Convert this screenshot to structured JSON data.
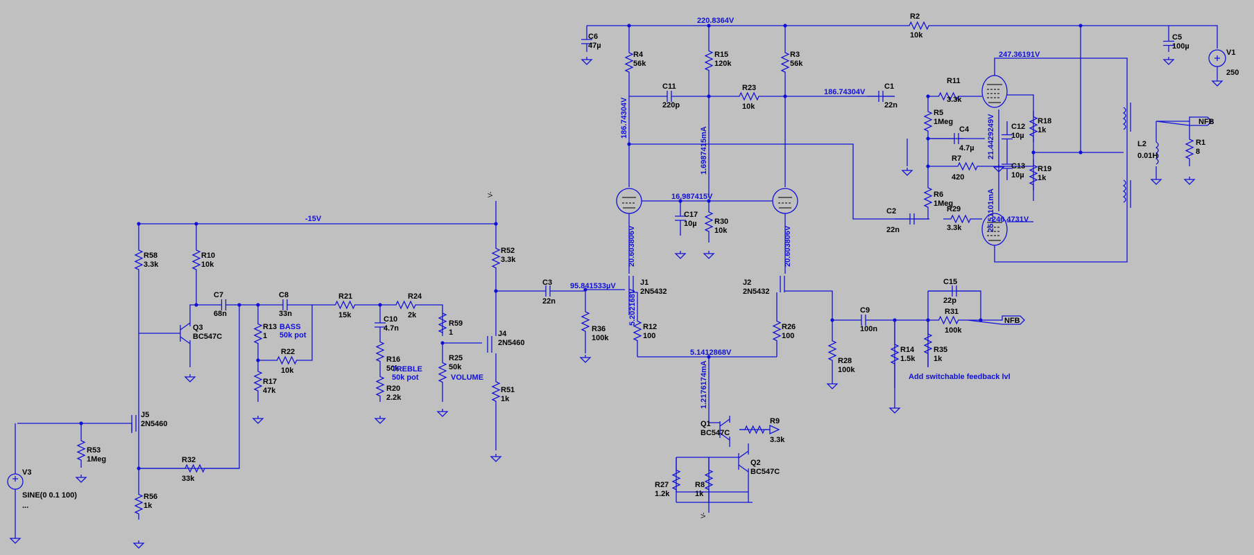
{
  "voltages": {
    "v_220": "220.8364V",
    "v_247": "247.36191V",
    "v_186a": "186.74304V",
    "v_186b": "186.74304V",
    "v_16": "16.987415V",
    "v_m15": "-15V",
    "v_95": "95.841533µV",
    "v_5_14": "5.1412868V",
    "v_246": "246.4731V",
    "v_20a": "20.603806V",
    "v_20b": "20.603806V",
    "v_21": "21.4429249V",
    "v_5_20": "5.202168V",
    "i_1698": "1.6987415mA",
    "i_25": "25.51101mA",
    "i_1217": "1.2176174mA"
  },
  "components": {
    "R2": [
      "R2",
      "10k"
    ],
    "C6": [
      "C6",
      "47µ"
    ],
    "C5": [
      "C5",
      "100µ"
    ],
    "V1": [
      "V1",
      "250"
    ],
    "R4": [
      "R4",
      "56k"
    ],
    "R15": [
      "R15",
      "120k"
    ],
    "R3": [
      "R3",
      "56k"
    ],
    "C11": [
      "C11",
      "220p"
    ],
    "R23": [
      "R23",
      "10k"
    ],
    "C1": [
      "C1",
      "22n"
    ],
    "R11": [
      "R11",
      "3.3k"
    ],
    "R5": [
      "R5",
      "1Meg"
    ],
    "C4": [
      "C4",
      "4.7µ"
    ],
    "R7": [
      "R7",
      "420"
    ],
    "R6": [
      "R6",
      "1Meg"
    ],
    "C2": [
      "C2",
      "22n"
    ],
    "R29": [
      "R29",
      "3.3k"
    ],
    "C12": [
      "C12",
      "10µ"
    ],
    "C13": [
      "C13",
      "10µ"
    ],
    "R18": [
      "R18",
      "1k"
    ],
    "R19": [
      "R19",
      "1k"
    ],
    "L2": [
      "L2",
      "0.01H"
    ],
    "R1": [
      "R1",
      "8"
    ],
    "C17": [
      "C17",
      "10µ"
    ],
    "R30": [
      "R30",
      "10k"
    ],
    "C3": [
      "C3",
      "22n"
    ],
    "R36": [
      "R36",
      "100k"
    ],
    "J1": [
      "J1",
      "2N5432"
    ],
    "J2": [
      "J2",
      "2N5432"
    ],
    "R12": [
      "R12",
      "100"
    ],
    "R26": [
      "R26",
      "100"
    ],
    "C9": [
      "C9",
      "100n"
    ],
    "C15": [
      "C15",
      "22p"
    ],
    "R31": [
      "R31",
      "100k"
    ],
    "R28": [
      "R28",
      "100k"
    ],
    "R14": [
      "R14",
      "1.5k"
    ],
    "R35": [
      "R35",
      "1k"
    ],
    "Q1": [
      "Q1",
      "BC547C"
    ],
    "Q2": [
      "Q2",
      "BC547C"
    ],
    "R9": [
      "R9",
      "3.3k"
    ],
    "R27": [
      "R27",
      "1.2k"
    ],
    "R8": [
      "R8",
      "1k"
    ],
    "R58": [
      "R58",
      "3.3k"
    ],
    "R10": [
      "R10",
      "10k"
    ],
    "Q3": [
      "Q3",
      "BC547C"
    ],
    "C7": [
      "C7",
      "68n"
    ],
    "C8": [
      "C8",
      "33n"
    ],
    "R13": [
      "R13",
      "1"
    ],
    "R22": [
      "R22",
      "10k"
    ],
    "R17": [
      "R17",
      "47k"
    ],
    "R21": [
      "R21",
      "15k"
    ],
    "C10": [
      "C10",
      "4.7n"
    ],
    "R16": [
      "R16",
      "50k"
    ],
    "R20": [
      "R20",
      "2.2k"
    ],
    "R24": [
      "R24",
      "2k"
    ],
    "R59": [
      "R59",
      "1"
    ],
    "R25": [
      "R25",
      "50k"
    ],
    "J4": [
      "J4",
      "2N5460"
    ],
    "R52": [
      "R52",
      "3.3k"
    ],
    "R51": [
      "R51",
      "1k"
    ],
    "J5": [
      "J5",
      "2N5460"
    ],
    "R53": [
      "R53",
      "1Meg"
    ],
    "R32": [
      "R32",
      "33k"
    ],
    "R56": [
      "R56",
      "1k"
    ],
    "V3": [
      "V3",
      "SINE(0 0.1 100)"
    ]
  },
  "notes": {
    "bass": "BASS",
    "bass_pot": "50k pot",
    "treble": "TREBLE",
    "treble_pot": "50k pot",
    "volume": "VOLUME",
    "feedback": "Add switchable feedback lvl",
    "nfb": "NFB",
    "vminus": "V-",
    "ellipsis": "..."
  },
  "colors": {
    "wire": "#1010d8",
    "background": "#c0c0c0",
    "component": "#202020"
  }
}
